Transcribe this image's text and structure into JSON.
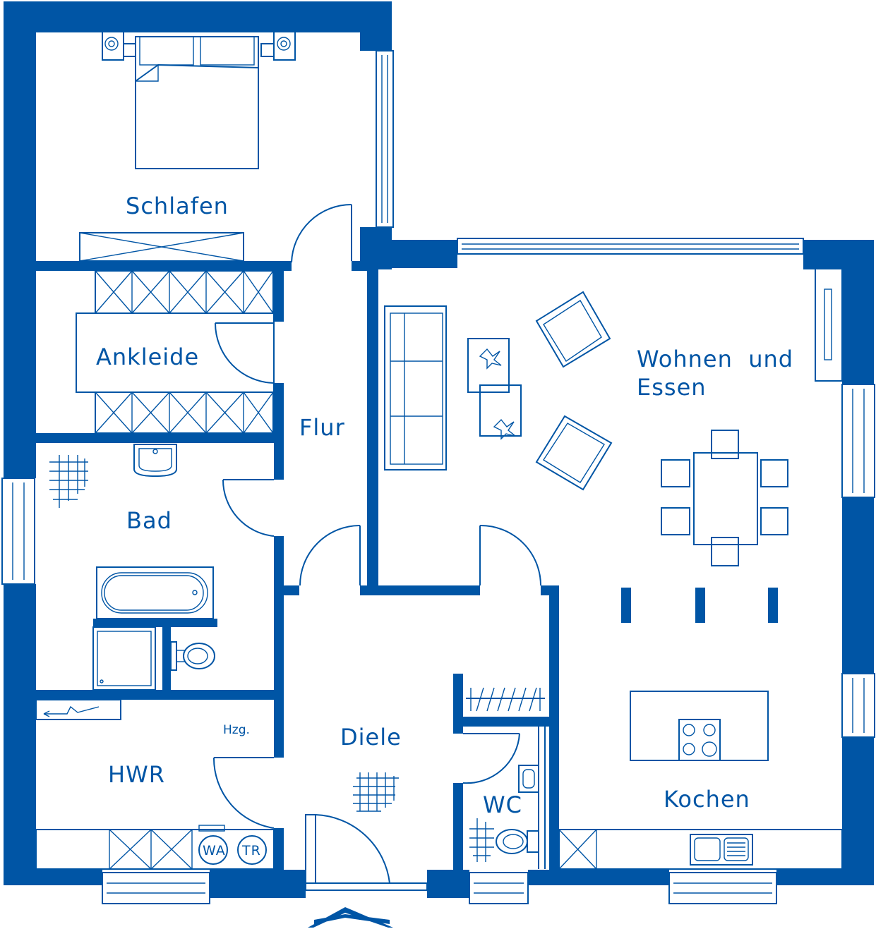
{
  "plan": {
    "accent_color": "#0055a5",
    "rooms": {
      "schlafen": "Schlafen",
      "ankleide": "Ankleide",
      "flur": "Flur",
      "bad": "Bad",
      "hwr": "HWR",
      "heating": "Hzg.",
      "diele": "Diele",
      "wc": "WC",
      "wohnen_line1": "Wohnen  und",
      "wohnen_line2": "Essen",
      "kochen": "Kochen"
    },
    "appliances": {
      "washer": "WA",
      "dryer": "TR"
    },
    "icons": [
      "bed-icon",
      "sofa-icon",
      "armchair-icon",
      "dining-table-icon",
      "bathtub-icon",
      "shower-icon",
      "toilet-icon",
      "sink-icon",
      "cooktop-icon",
      "kitchen-sink-icon",
      "entrance-arrow-icon"
    ]
  }
}
